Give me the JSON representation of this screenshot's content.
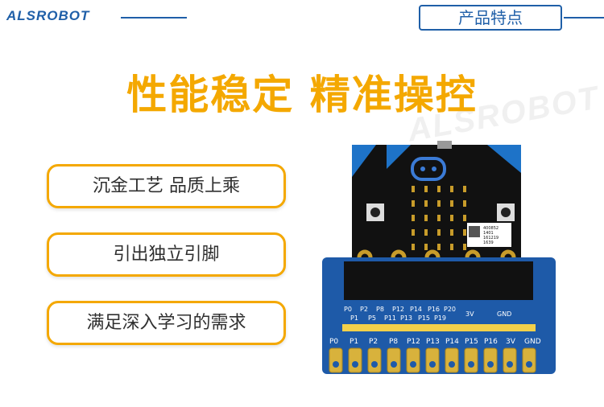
{
  "header": {
    "brand": "ALSROBOT",
    "tag": "产品特点"
  },
  "title": "性能稳定 精准操控",
  "features": [
    "沉金工艺 品质上乘",
    "引出独立引脚",
    "满足深入学习的需求"
  ],
  "watermark": "ALSROBOT",
  "board": {
    "chip_label": [
      "400852",
      "1401",
      "161219",
      "1639"
    ],
    "top_labels": [
      "P0",
      "P2",
      "P8",
      "P12",
      "P14",
      "P16",
      "P20"
    ],
    "top_labels_2": [
      "P1",
      "P5",
      "P11",
      "P13",
      "P15",
      "P19"
    ],
    "mid_labels": [
      "3V",
      "GND"
    ],
    "pin_labels": [
      "P0",
      "P1",
      "P2",
      "P8",
      "P12",
      "P13",
      "P14",
      "P15",
      "P16",
      "3V",
      "GND"
    ]
  },
  "colors": {
    "accent": "#f4a800",
    "brand": "#1f5fa8",
    "pcb": "#1e5aa8"
  }
}
